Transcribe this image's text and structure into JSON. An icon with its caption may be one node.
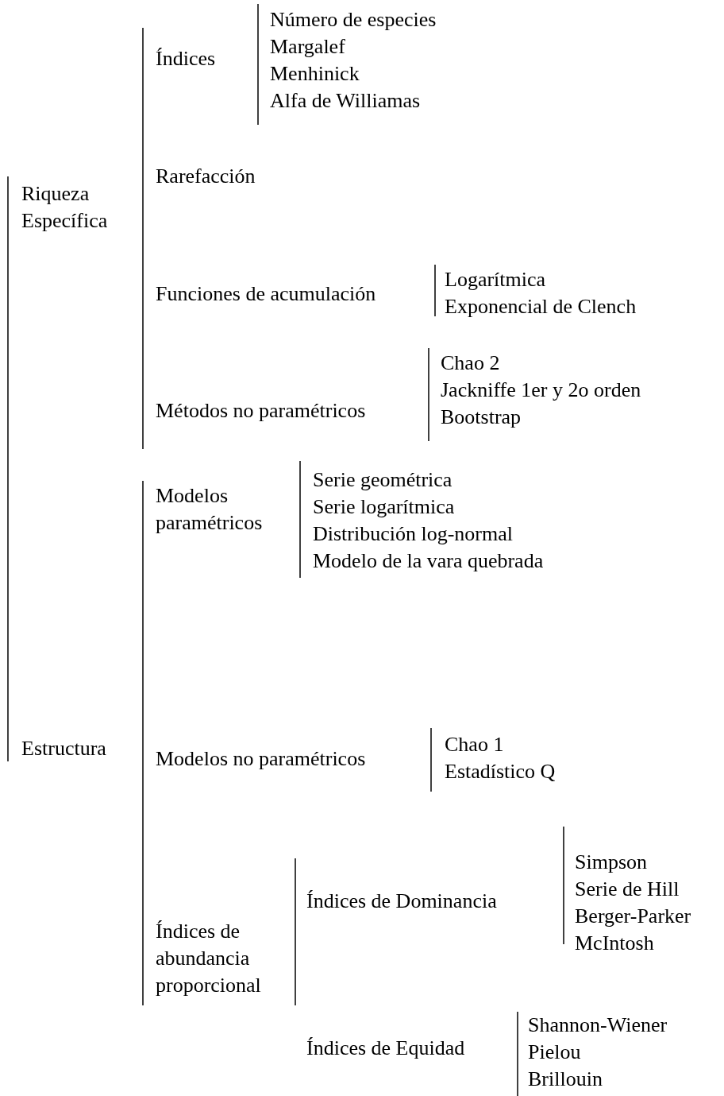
{
  "diagram": {
    "labels": [
      "Riqueza Específica",
      "Índices",
      "Número de especies",
      "Margalef",
      "Menhinick",
      "Alfa de Williamas",
      "Rarefacción",
      "Funciones de acumulación",
      "Logarítmica",
      "Exponencial de Clench",
      "Métodos no paramétricos",
      "Chao 2",
      "Jackniffe 1er y 2o orden",
      "Bootstrap",
      "Estructura",
      "Modelos paramétricos",
      "Serie geométrica",
      "Serie logarítmica",
      "Distribución log-normal",
      "Modelo de la vara quebrada",
      "Modelos no paramétricos",
      "Chao 1",
      "Estadístico Q",
      "Índices de abundancia proporcional",
      "Índices de Dominancia",
      "Simpson",
      "Serie de Hill",
      "Berger-Parker",
      "McIntosh",
      "Índices de Equidad",
      "Shannon-Wiener",
      "Pielou",
      "Brillouin"
    ]
  }
}
